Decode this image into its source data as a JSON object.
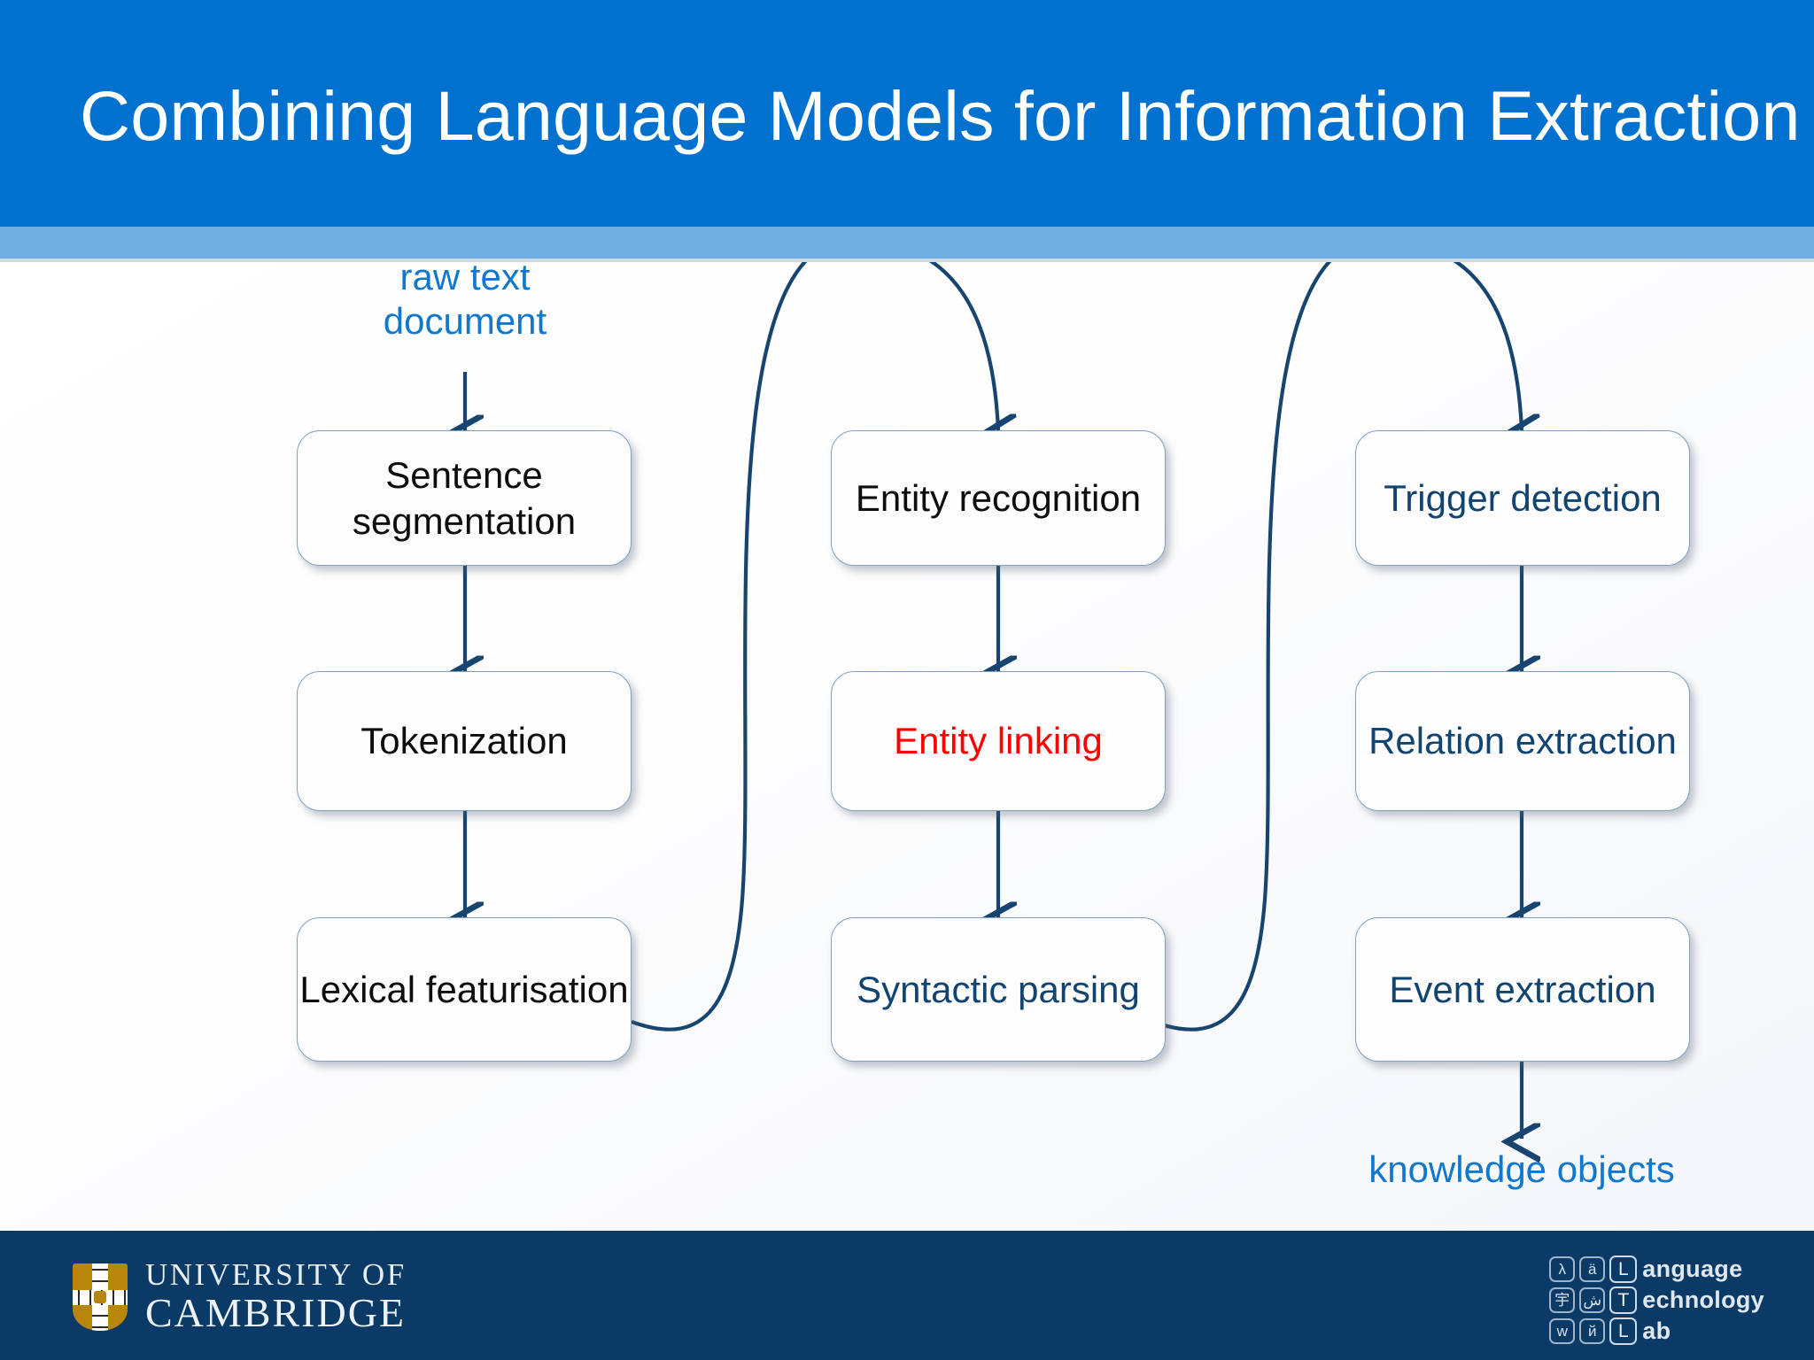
{
  "header": {
    "title": "Combining Language Models for Information Extraction",
    "bar_color": "#0071CE",
    "accent_color": "#6FAEE0"
  },
  "diagram": {
    "input_label": "raw text\ndocument",
    "output_label": "knowledge objects",
    "input_color": "#1278CE",
    "output_color": "#1278CE",
    "connector_color": "#17456F",
    "nodes": [
      {
        "id": "sentence-segmentation",
        "label": "Sentence\nsegmentation",
        "column": 1,
        "row": 1,
        "text_color": "#0d0d0d"
      },
      {
        "id": "tokenization",
        "label": "Tokenization",
        "column": 1,
        "row": 2,
        "text_color": "#0d0d0d"
      },
      {
        "id": "lexical-featurisation",
        "label": "Lexical\nfeaturisation",
        "column": 1,
        "row": 3,
        "text_color": "#0d0d0d"
      },
      {
        "id": "entity-recognition",
        "label": "Entity\nrecognition",
        "column": 2,
        "row": 1,
        "text_color": "#0d0d0d"
      },
      {
        "id": "entity-linking",
        "label": "Entity\nlinking",
        "column": 2,
        "row": 2,
        "text_color": "#FF0000"
      },
      {
        "id": "syntactic-parsing",
        "label": "Syntactic\nparsing",
        "column": 2,
        "row": 3,
        "text_color": "#114470"
      },
      {
        "id": "trigger-detection",
        "label": "Trigger\ndetection",
        "column": 3,
        "row": 1,
        "text_color": "#114470"
      },
      {
        "id": "relation-extraction",
        "label": "Relation\nextraction",
        "column": 3,
        "row": 2,
        "text_color": "#114470"
      },
      {
        "id": "event-extraction",
        "label": "Event\nextraction",
        "column": 3,
        "row": 3,
        "text_color": "#114470"
      }
    ]
  },
  "footer": {
    "background": "#0B3A67",
    "university": {
      "line1": "UNIVERSITY OF",
      "line2": "CAMBRIDGE"
    },
    "lab": {
      "rows": [
        {
          "keys": [
            "λ",
            "ä",
            "L"
          ],
          "word": "anguage"
        },
        {
          "keys": [
            "宇",
            "ش",
            "T"
          ],
          "word": "echnology"
        },
        {
          "keys": [
            "w",
            "й",
            "L"
          ],
          "word": "ab"
        }
      ]
    }
  }
}
